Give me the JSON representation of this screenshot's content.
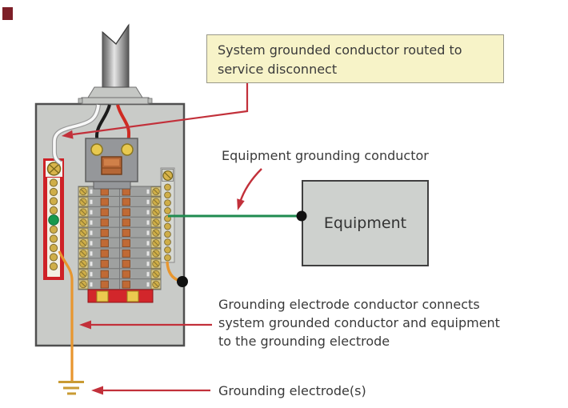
{
  "note_box": {
    "lines": [
      "System grounded conductor routed to",
      "service disconnect"
    ]
  },
  "labels": {
    "equipment_grounding_conductor": "Equipment grounding conductor",
    "equipment": "Equipment",
    "grounding_electrode_note_lines": [
      "Grounding electrode conductor connects",
      "system grounded conductor and equipment",
      "to the grounding electrode"
    ],
    "grounding_electrodes": "Grounding electrode(s)"
  },
  "colors": {
    "arrow_red": "#c2303a",
    "note_bg": "#f7f3c8",
    "note_border": "#99998a",
    "panel_fill": "#c9cbc8",
    "panel_border": "#4f4f4f",
    "equipment_fill": "#ced1ce",
    "equipment_border": "#3f3f3f",
    "wire_white": "#f8f8f8",
    "wire_black": "#1c1c1c",
    "wire_red": "#cf2a22",
    "wire_green": "#1f8b50",
    "wire_orange": "#e8962e",
    "neutral_bus_red": "#ce2127",
    "brass": "#d8b44c",
    "green_screw": "#17984d",
    "ground_symbol": "#c99b33",
    "breaker_gray": "#9fa1a0",
    "handle_orange": "#c06a35",
    "text": "#3a3a3a"
  }
}
